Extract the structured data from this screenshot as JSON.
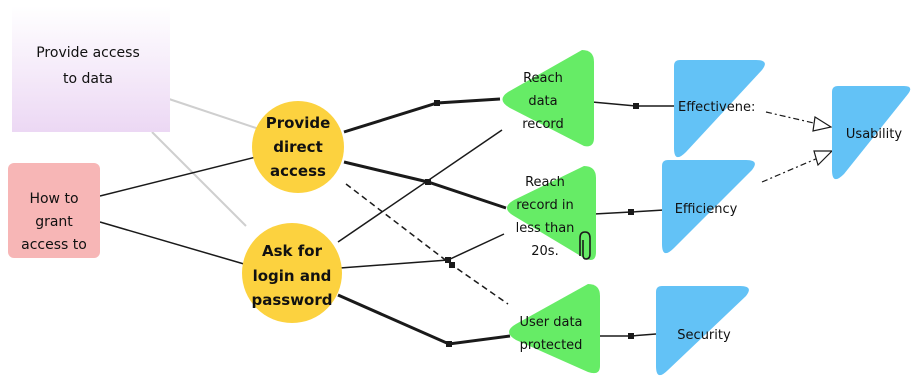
{
  "nodes": {
    "provide_access_to_data": {
      "lines": [
        "Provide access",
        "to data"
      ]
    },
    "how_to_grant_access": {
      "lines": [
        "How to",
        "grant",
        "access to"
      ]
    },
    "provide_direct_access": {
      "lines": [
        "Provide",
        "direct",
        "access"
      ]
    },
    "ask_for_login": {
      "lines": [
        "Ask for",
        "login and",
        "password"
      ]
    },
    "reach_data_record": {
      "lines": [
        "Reach",
        "data",
        "record"
      ]
    },
    "reach_record_20s": {
      "lines": [
        "Reach",
        "record in",
        "less than",
        "20s."
      ]
    },
    "user_data_protected": {
      "lines": [
        "User data",
        "protected"
      ]
    },
    "effectiveness": {
      "lines": [
        "Effectivene:"
      ]
    },
    "efficiency": {
      "lines": [
        "Efficiency"
      ]
    },
    "security": {
      "lines": [
        "Security"
      ]
    },
    "usability": {
      "lines": [
        "Usability"
      ]
    }
  },
  "icons": {
    "attachment": "paperclip-icon"
  },
  "colors": {
    "lavender_note": "#f0e4f6",
    "pink_box": "#f7b6b6",
    "yellow_circle": "#fcd23f",
    "green_triangle": "#66ec66",
    "blue_shape": "#63c2f6",
    "connector": "#1a1a1a",
    "light_connector": "#cfcfcf"
  }
}
